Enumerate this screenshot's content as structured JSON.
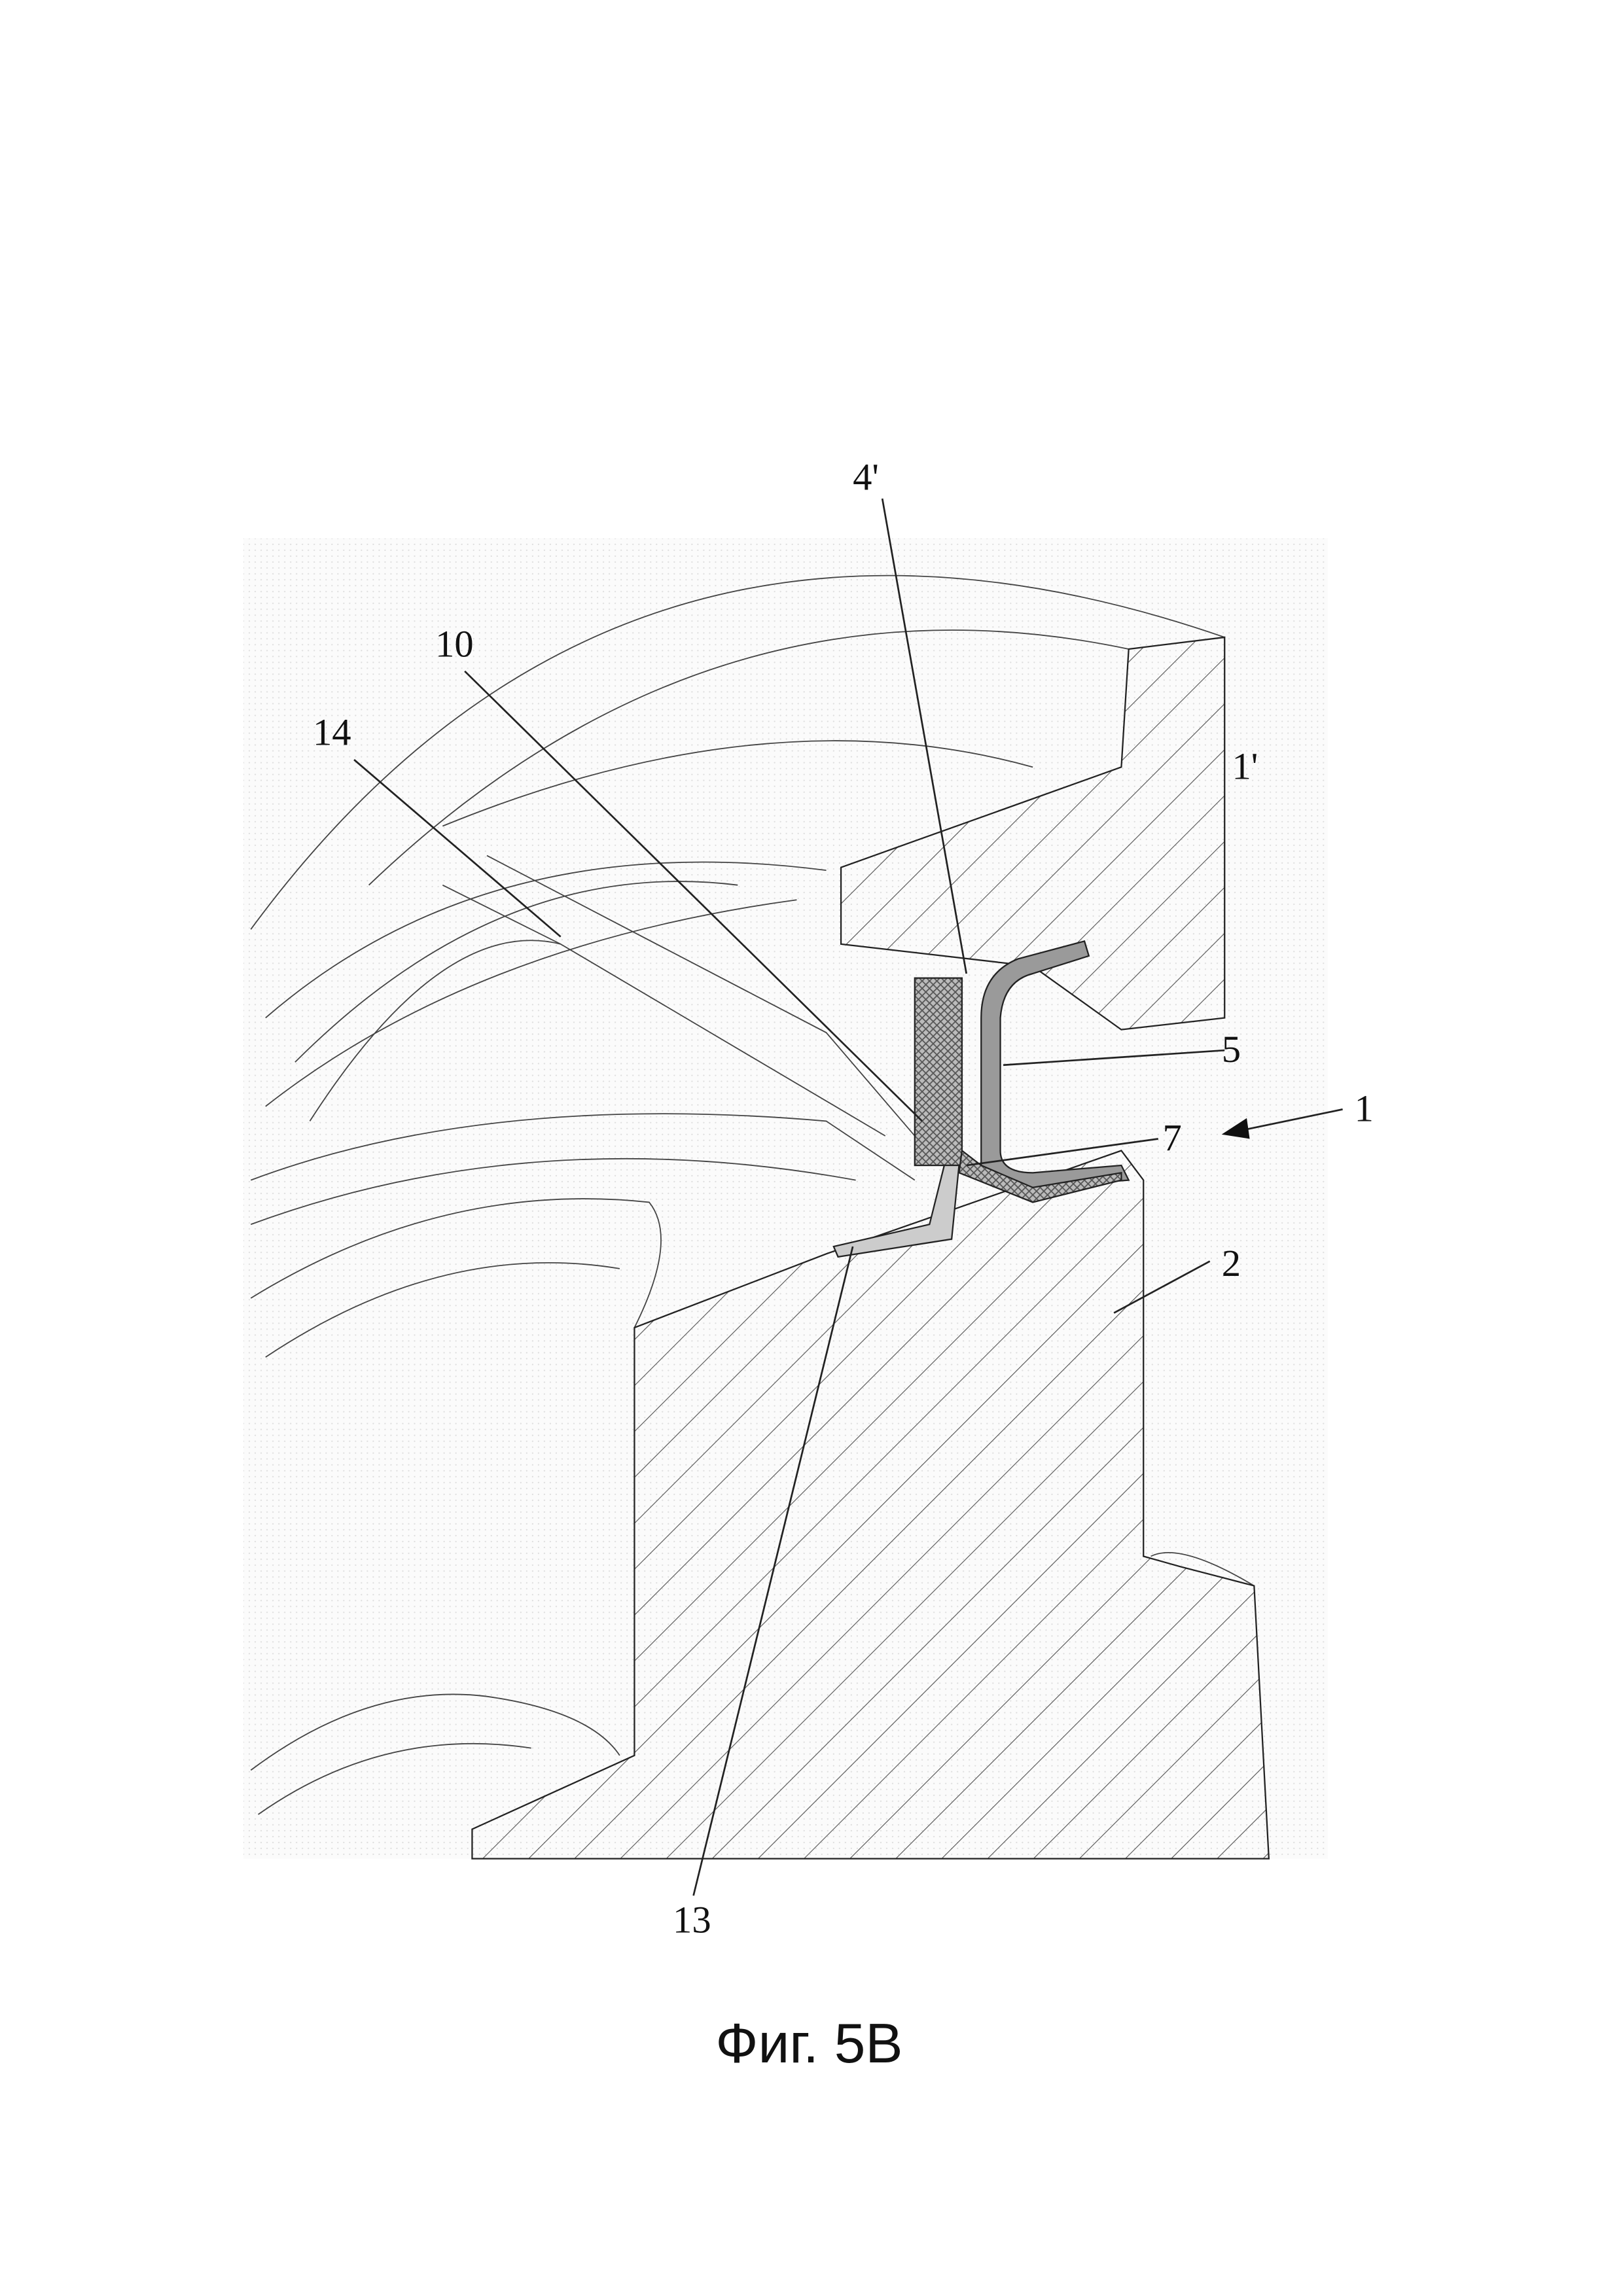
{
  "figure": {
    "caption": "Фиг. 5В",
    "labels": {
      "l4p": "4'",
      "l10": "10",
      "l14": "14",
      "l1p": "1'",
      "l5": "5",
      "l1": "1",
      "l7": "7",
      "l2": "2",
      "l13": "13"
    }
  }
}
